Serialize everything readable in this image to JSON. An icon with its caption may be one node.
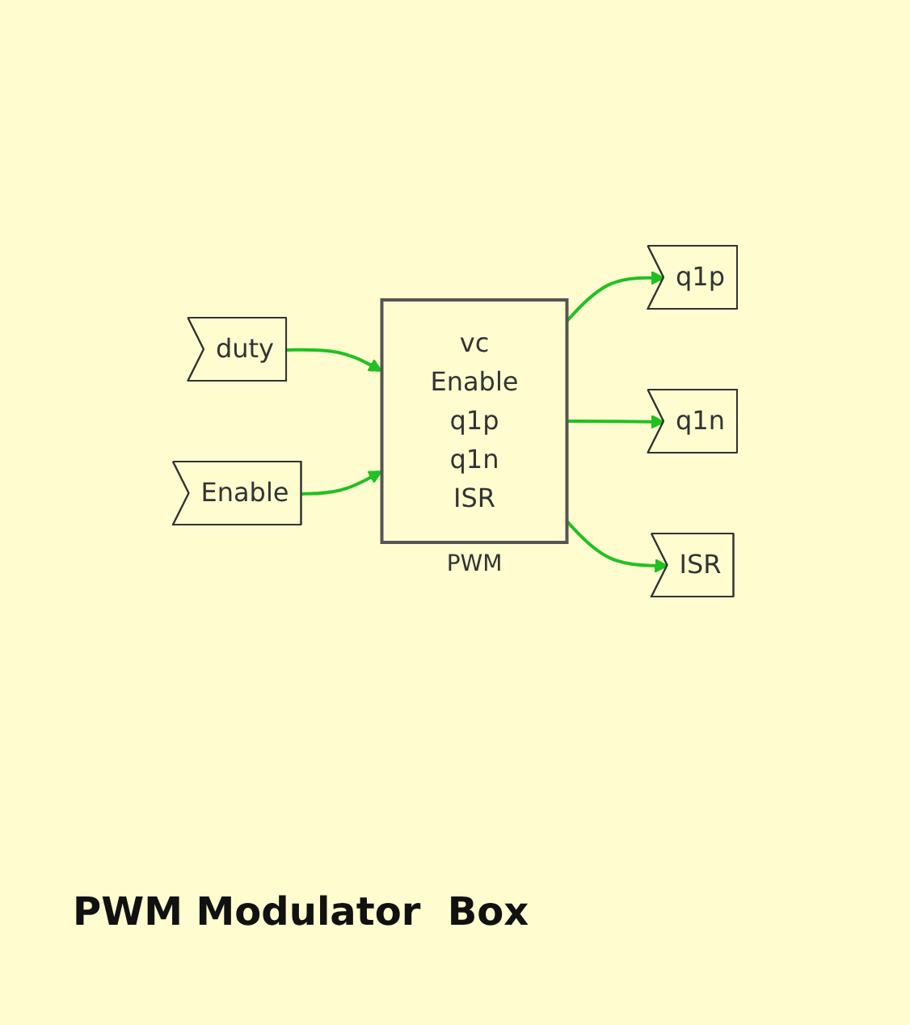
{
  "diagram": {
    "caption": "PWM Modulator  Box",
    "nodes": [
      {
        "text": [
          "duty"
        ]
      },
      {
        "text": [
          "Enable"
        ]
      },
      {
        "text": [
          "vc",
          "Enable",
          "q1p",
          "q1n",
          "ISR"
        ],
        "beside": [
          "PWM"
        ]
      },
      {
        "text": [
          "q1p"
        ]
      },
      {
        "text": [
          "q1n"
        ]
      },
      {
        "text": [
          "ISR"
        ]
      }
    ],
    "edges": [
      {
        "from": 0,
        "to": 2,
        "arrow": "to"
      },
      {
        "from": 1,
        "to": 2,
        "arrow": "to"
      },
      {
        "from": 2,
        "to": 3,
        "arrow": "to"
      },
      {
        "from": 2,
        "to": 4,
        "arrow": "to"
      },
      {
        "from": 2,
        "to": 5,
        "arrow": "to"
      }
    ]
  }
}
